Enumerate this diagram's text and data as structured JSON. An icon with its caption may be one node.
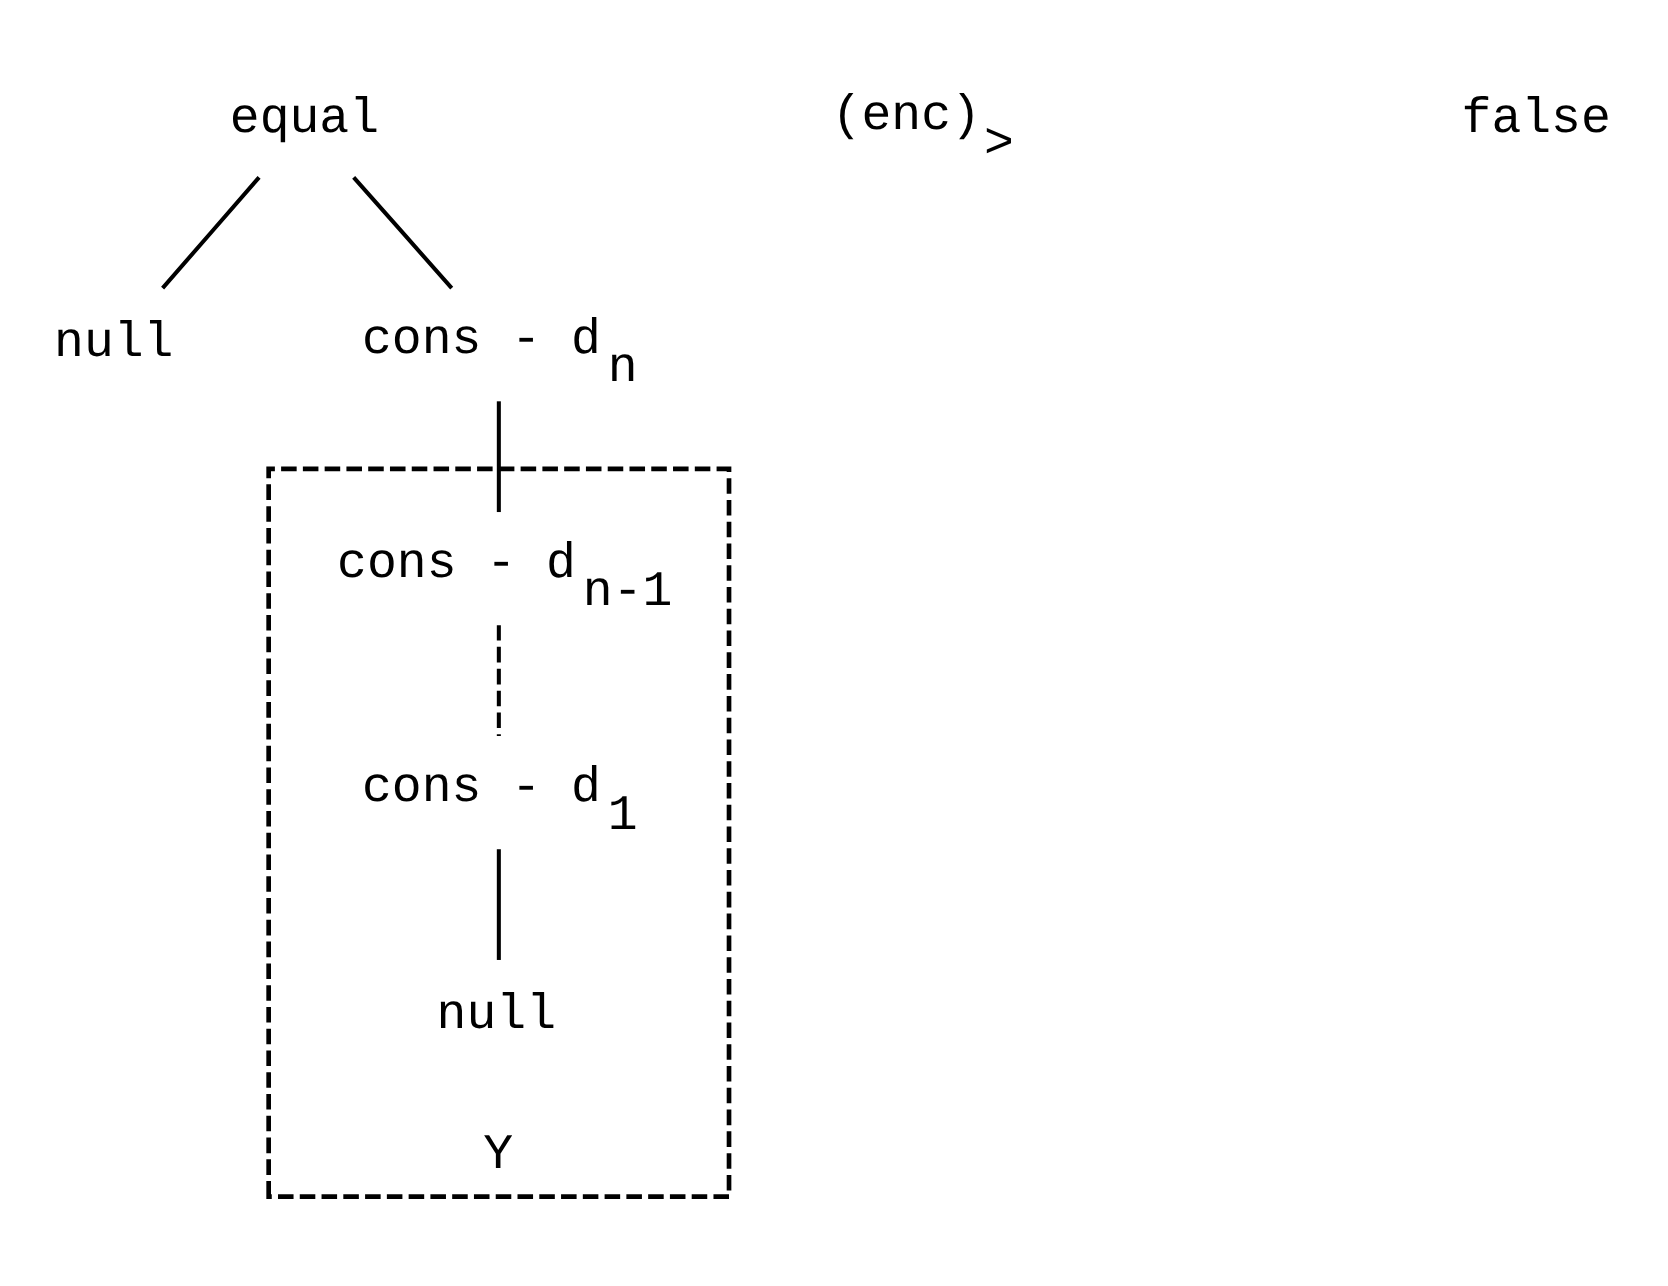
{
  "diagram": {
    "nodes": [
      {
        "text": [
          "equal"
        ]
      },
      {
        "text": [
          "null"
        ]
      },
      {
        "text": [
          "cons - d$_{n}$"
        ]
      },
      {
        "text": [
          "Y"
        ]
      },
      {
        "text": [
          "cons - d$_{n-1}$"
        ],
        "in": 3
      },
      {
        "text": [
          "cons - d$_{1}$"
        ],
        "in": 3
      },
      {
        "text": [
          "null"
        ],
        "in": 3
      }
    ],
    "edges": [
      {
        "from": 0,
        "to": 1,
        "arrow": "none"
      },
      {
        "from": 0,
        "to": 2,
        "arrow": "none"
      },
      {
        "from": 2,
        "to": 4,
        "arrow": "none"
      },
      {
        "from": 4,
        "to": 5,
        "arrow": "none",
        "style": "dashed"
      },
      {
        "from": 5,
        "to": 6,
        "arrow": "none"
      }
    ],
    "labels": [
      "(enc)$_{>}$",
      "false"
    ]
  }
}
